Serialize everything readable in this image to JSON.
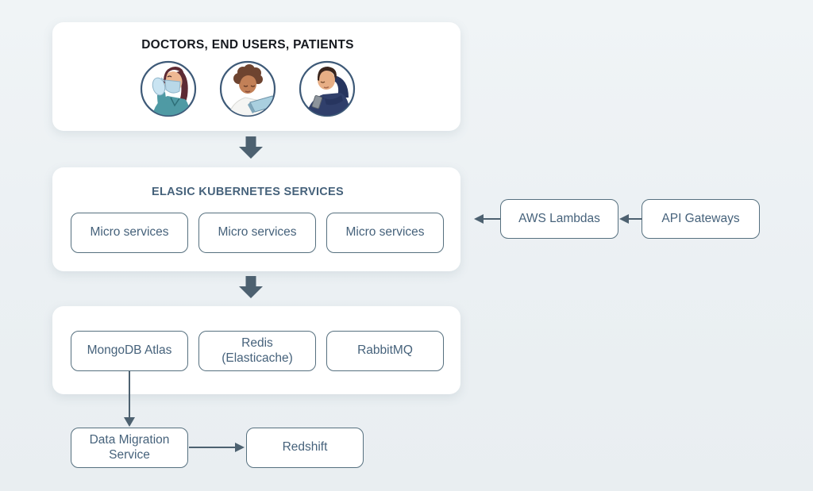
{
  "colors": {
    "background": "#edf2f4",
    "card": "#ffffff",
    "box_border": "#56707f",
    "box_text": "#46627b",
    "users_title_text": "#16191f",
    "arrow": "#4d6170"
  },
  "users_card": {
    "title": "DOCTORS, END USERS, PATIENTS",
    "avatars": [
      {
        "icon": "doctor-avatar-icon"
      },
      {
        "icon": "end-user-avatar-icon"
      },
      {
        "icon": "patient-avatar-icon"
      }
    ]
  },
  "eks_card": {
    "title": "ELASIC KUBERNETES SERVICES",
    "boxes": [
      {
        "label": "Micro services"
      },
      {
        "label": "Micro services"
      },
      {
        "label": "Micro services"
      }
    ]
  },
  "aws_chain": {
    "lambda_label": "AWS Lambdas",
    "gateway_label": "API Gateways"
  },
  "data_card": {
    "boxes": [
      {
        "label": "MongoDB Atlas"
      },
      {
        "label": "Redis\n(Elasticache)"
      },
      {
        "label": "RabbitMQ"
      }
    ]
  },
  "migration": {
    "dms_label": "Data Migration\nService",
    "redshift_label": "Redshift"
  },
  "arrows": [
    "users-to-eks-block-arrow",
    "eks-to-data-block-arrow",
    "gateway-to-lambda-arrow",
    "lambda-to-eks-arrow",
    "mongo-to-dms-arrow",
    "dms-to-redshift-arrow"
  ]
}
